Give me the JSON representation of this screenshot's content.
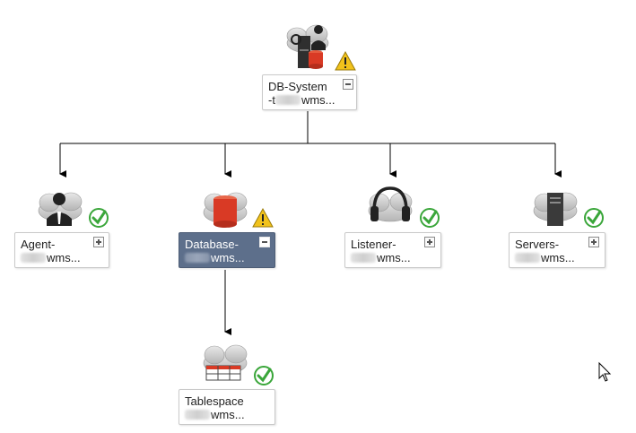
{
  "nodes": {
    "db_system": {
      "line1": "DB-System",
      "line2_prefix": "-t",
      "line2_suffix": "wms...",
      "status": "warning",
      "toggle": "collapse",
      "icon": "db-system-icon"
    },
    "agent": {
      "line1": "Agent-",
      "line2_suffix": "wms...",
      "status": "ok",
      "toggle": "expand",
      "icon": "agent-icon"
    },
    "database": {
      "line1": "Database-",
      "line2_suffix": "wms...",
      "status": "warning",
      "toggle": "collapse",
      "selected": true,
      "icon": "database-icon"
    },
    "listener": {
      "line1": "Listener-",
      "line2_suffix": "wms...",
      "status": "ok",
      "toggle": "expand",
      "icon": "headphones-icon"
    },
    "servers": {
      "line1": "Servers-",
      "line2_suffix": "wms...",
      "status": "ok",
      "toggle": "expand",
      "icon": "server-icon"
    },
    "tablespace": {
      "line1": "Tablespace",
      "line2_suffix": "wms...",
      "status": "ok",
      "icon": "table-icon"
    }
  },
  "colors": {
    "warning": "#f1c21b",
    "ok": "#3aa63a",
    "database_red": "#d93a25",
    "selected_bg": "#5d6f8b",
    "connector": "#000000"
  }
}
